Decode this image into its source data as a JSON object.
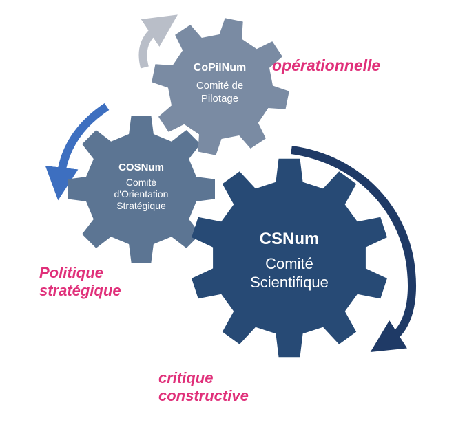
{
  "gears": {
    "copilnum": {
      "title": "CoPilNum",
      "line1": "Comité de",
      "line2": "Pilotage",
      "color": "#7a8ba3"
    },
    "cosnum": {
      "title": "COSNum",
      "line1": "Comité",
      "line2": "d'Orientation",
      "line3": "Stratégique",
      "color": "#5c7593"
    },
    "csnum": {
      "title": "CSNum",
      "line1": "Comité",
      "line2": "Scientifique",
      "color": "#274a75"
    }
  },
  "labels": {
    "operationnelle": "opérationnelle",
    "politique": "Politique",
    "strategique": "stratégique",
    "critique": "critique",
    "constructive": "constructive"
  },
  "colors": {
    "label": "#e0307a",
    "arrow_gray": "#b9bec8",
    "arrow_blue": "#3d6fc0",
    "arrow_navy": "#1f3a66"
  }
}
